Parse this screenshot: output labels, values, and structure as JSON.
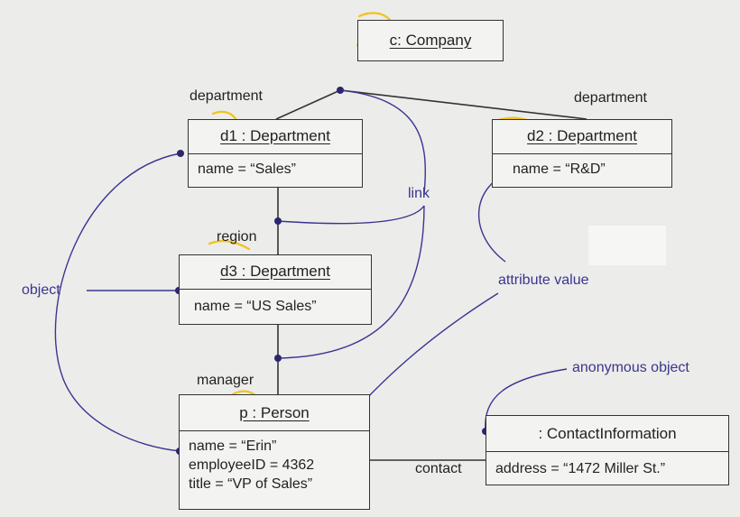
{
  "company": {
    "head": "c: Company"
  },
  "d1": {
    "head": "d1 : Department",
    "attrs": [
      "name = “Sales”"
    ]
  },
  "d2": {
    "head": "d2 : Department",
    "attrs": [
      "name = “R&D”"
    ]
  },
  "d3": {
    "head": "d3 : Department",
    "attrs": [
      "name = “US Sales”"
    ]
  },
  "person": {
    "head": "p : Person",
    "attrs": [
      "name = “Erin”",
      "employeeID = 4362",
      "title = “VP of Sales”"
    ]
  },
  "contact": {
    "head": ": ContactInformation",
    "attrs": [
      "address = “1472 Miller St.”"
    ]
  },
  "roles": {
    "department_left": "department",
    "department_right": "department",
    "region": "region",
    "manager": "manager",
    "contact": "contact"
  },
  "notes": {
    "object": "object",
    "link": "link",
    "attribute_value": "attribute value",
    "anonymous_object": "anonymous object"
  },
  "colors": {
    "note": "#3a3590",
    "highlight": "#f2c21c",
    "line": "#333333"
  }
}
